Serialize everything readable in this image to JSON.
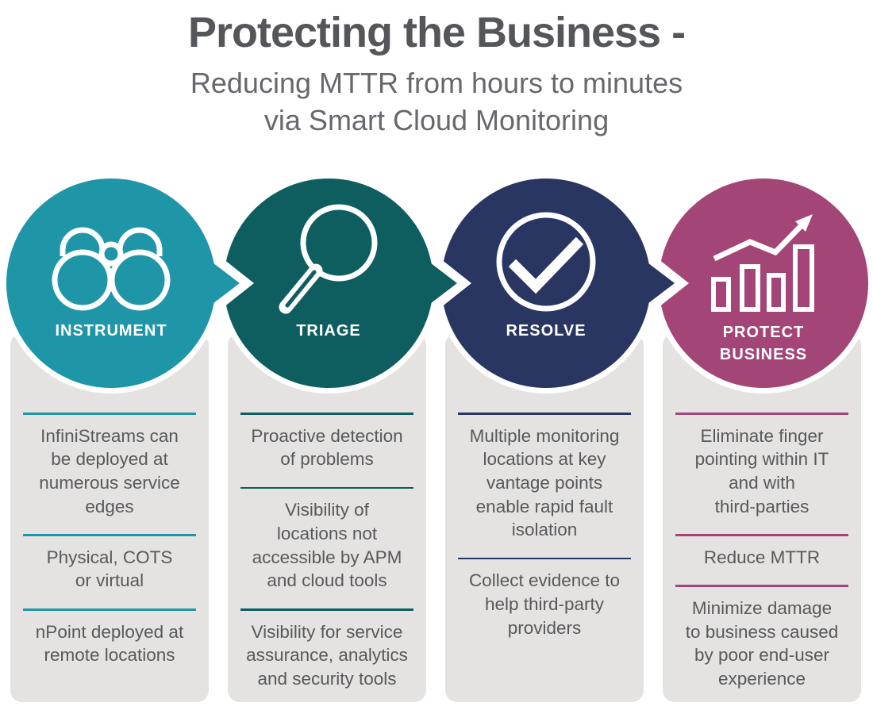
{
  "header": {
    "title": "Protecting the Business -",
    "subtitle_lines": [
      "Reducing MTTR from hours to minutes",
      "via Smart Cloud Monitoring"
    ]
  },
  "colors": {
    "stage1_teal": "#1E96A7",
    "stage2_dark_teal": "#0E5E60",
    "stage3_navy": "#2A3662",
    "stage4_magenta": "#A34677",
    "column_background": "#E4E3E1",
    "title_text": "#55565A",
    "subtitle_text": "#66686B",
    "body_text": "#58595C"
  },
  "stages": [
    {
      "label_lines": [
        "INSTRUMENT"
      ],
      "icon": "binoculars-icon",
      "color": "#1E96A7",
      "items": [
        "InfiniStreams can\nbe deployed at\nnumerous service\nedges",
        "Physical, COTS\nor virtual",
        "nPoint deployed at\nremote locations"
      ]
    },
    {
      "label_lines": [
        "TRIAGE"
      ],
      "icon": "magnifying-glass-icon",
      "color": "#0E5E60",
      "items": [
        "Proactive detection\nof problems",
        "Visibility of\nlocations not\naccessible by APM\nand cloud tools",
        "Visibility for service\nassurance, analytics\nand security tools"
      ]
    },
    {
      "label_lines": [
        "RESOLVE"
      ],
      "icon": "checkmark-icon",
      "color": "#2A3662",
      "items": [
        "Multiple monitoring\nlocations at key\nvantage points\nenable rapid fault\nisolation",
        "Collect evidence to\nhelp third-party\nproviders"
      ]
    },
    {
      "label_lines": [
        "PROTECT",
        "BUSINESS"
      ],
      "icon": "bar-chart-growth-icon",
      "color": "#A34677",
      "items": [
        "Eliminate finger\npointing within IT\nand with\nthird-parties",
        "Reduce MTTR",
        "Minimize damage\nto business caused\nby poor end-user\nexperience"
      ]
    }
  ]
}
